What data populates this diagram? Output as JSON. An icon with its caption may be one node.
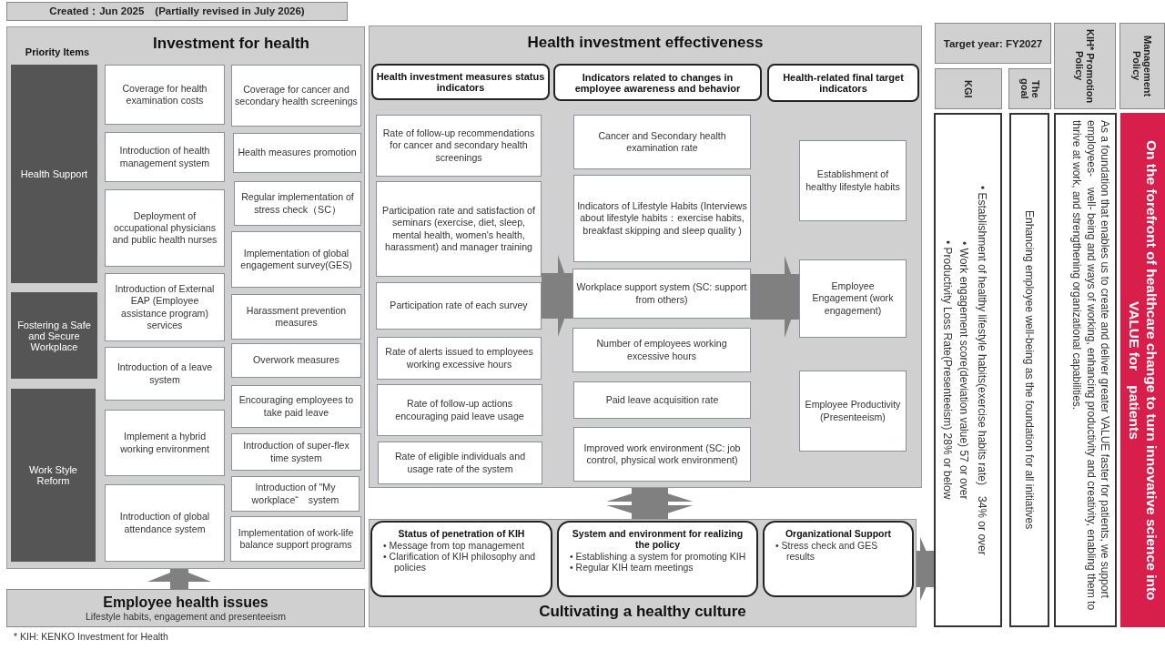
{
  "diagram": {
    "nodes": [
      {
        "text": [
          "Created：Jun 2025　(Partially revised in July 2026)"
        ]
      },
      {
        "text": [
          "Investment for health"
        ]
      },
      {
        "text": [
          "Health Support"
        ],
        "in": 1
      },
      {
        "text": [
          "Fostering a Safe and Secure Workplace"
        ],
        "in": 1
      },
      {
        "text": [
          "Work Style Reform"
        ],
        "in": 1
      },
      {
        "text": [
          "Coverage for health examination costs"
        ],
        "in": 1
      },
      {
        "text": [
          "Introduction of health management system"
        ],
        "in": 1
      },
      {
        "text": [
          "Deployment of occupational physicians and public health nurses"
        ],
        "in": 1
      },
      {
        "text": [
          "Introduction of External EAP (Employee assistance program) services"
        ],
        "in": 1
      },
      {
        "text": [
          "Introduction of a leave system"
        ],
        "in": 1
      },
      {
        "text": [
          "Implement a hybrid working environment"
        ],
        "in": 1
      },
      {
        "text": [
          "Introduction of global attendance system"
        ],
        "in": 1
      },
      {
        "text": [
          "Coverage for cancer and secondary health screenings"
        ],
        "in": 1
      },
      {
        "text": [
          "Health measures promotion"
        ],
        "in": 1
      },
      {
        "text": [
          "Regular implementation of stress check（SC）"
        ],
        "in": 1
      },
      {
        "text": [
          "Implementation of global engagement survey(GES)"
        ],
        "in": 1
      },
      {
        "text": [
          "Harassment prevention measures"
        ],
        "in": 1
      },
      {
        "text": [
          "Overwork measures"
        ],
        "in": 1
      },
      {
        "text": [
          "Encouraging employees to take paid leave"
        ],
        "in": 1
      },
      {
        "text": [
          "Introduction of super-flex time system"
        ],
        "in": 1
      },
      {
        "text": [
          "Introduction of \"My workplace“　system"
        ],
        "in": 1
      },
      {
        "text": [
          "Implementation of work-life balance support programs"
        ],
        "in": 1
      },
      {
        "text": [
          "Employee health issues",
          "Lifestyle habits, engagement and presenteeism"
        ]
      },
      {
        "text": [
          "Health investment effectiveness"
        ]
      },
      {
        "text": [
          "Health investment measures status indicators"
        ],
        "in": 23
      },
      {
        "text": [
          "Indicators related to changes in employee awareness and behavior"
        ],
        "in": 23
      },
      {
        "text": [
          "Health-related final target indicators"
        ],
        "in": 23
      },
      {
        "text": [
          "Rate of follow-up recommendations for cancer and secondary health screenings"
        ],
        "in": 23
      },
      {
        "text": [
          "Participation rate and satisfaction of seminars (exercise, diet, sleep, mental health, women's health, harassment) and manager training"
        ],
        "in": 23
      },
      {
        "text": [
          "Participation rate of each survey"
        ],
        "in": 23
      },
      {
        "text": [
          "Rate of alerts issued to employees working excessive hours"
        ],
        "in": 23
      },
      {
        "text": [
          "Rate of follow-up actions encouraging paid leave usage"
        ],
        "in": 23
      },
      {
        "text": [
          "Rate of eligible individuals and usage rate of the system"
        ],
        "in": 23
      },
      {
        "text": [
          "Cancer and Secondary health examination rate"
        ],
        "in": 23
      },
      {
        "text": [
          "Indicators of Lifestyle Habits (Interviews about lifestyle habits：exercise habits, breakfast skipping and sleep quality )"
        ],
        "in": 23
      },
      {
        "text": [
          "Workplace support system (SC: support from others)"
        ],
        "in": 23
      },
      {
        "text": [
          "Number of employees working excessive hours"
        ],
        "in": 23
      },
      {
        "text": [
          "Paid leave acquisition rate"
        ],
        "in": 23
      },
      {
        "text": [
          "Improved work environment (SC: job control, physical work environment)"
        ],
        "in": 23
      },
      {
        "text": [
          "Establishment of healthy lifestyle habits"
        ],
        "in": 23
      },
      {
        "text": [
          "Employee Engagement (work engagement)"
        ],
        "in": 23
      },
      {
        "text": [
          "Employee Productivity (Presenteeism)"
        ],
        "in": 23
      },
      {
        "text": [
          "Cultivating a healthy culture"
        ]
      },
      {
        "text": [
          "Status of penetration of KIH",
          "• Message from top management",
          "• Clarification of KIH philosophy and policies"
        ],
        "in": 42
      },
      {
        "text": [
          "System and environment for realizing the policy",
          "• Establishing a system for promoting KIH",
          "• Regular KIH team meetings"
        ],
        "in": 42
      },
      {
        "text": [
          "Organizational Support",
          "• Stress check and GES results"
        ],
        "in": 42
      },
      {
        "text": [
          "Target year: FY2027"
        ]
      },
      {
        "text": [
          "KGI"
        ]
      },
      {
        "text": [
          "The goal"
        ]
      },
      {
        "text": [
          "KIH* Promotion Policy"
        ]
      },
      {
        "text": [
          "Management Policy"
        ]
      },
      {
        "text": [
          "• Establishment of healthy lifestyle habits(exercise habits rate)　34% or over",
          "• Work engagement score(deviation value)  57 or over",
          "• Productivity Loss Rate(Presenteeism) 28% or below"
        ]
      },
      {
        "text": [
          "Enhancing employee well-being as the foundation for all initiatives"
        ]
      },
      {
        "text": [
          "As a foundation that enables us to create and deliver greater VALUE faster for patients, we support employees-　well- being and ways of working, enhancing productivity and creativity, enabling them to thrive at work, and strengthening organizational capabilities."
        ]
      },
      {
        "text": [
          "On the forefront of healthcare change to turn innovative science into VALUE for　patients"
        ]
      }
    ],
    "edges": [
      {
        "from": 22,
        "to": 1,
        "arrow": "to"
      },
      {
        "from": 29,
        "to": 35,
        "arrow": "to"
      },
      {
        "from": 35,
        "to": 40,
        "arrow": "to"
      },
      {
        "from": 42,
        "to": 23,
        "arrow": "both"
      },
      {
        "from": 42,
        "to": 51,
        "arrow": "to"
      }
    ],
    "labels": [
      "Priority Items",
      "* KIH: KENKO Investment for Health"
    ]
  }
}
